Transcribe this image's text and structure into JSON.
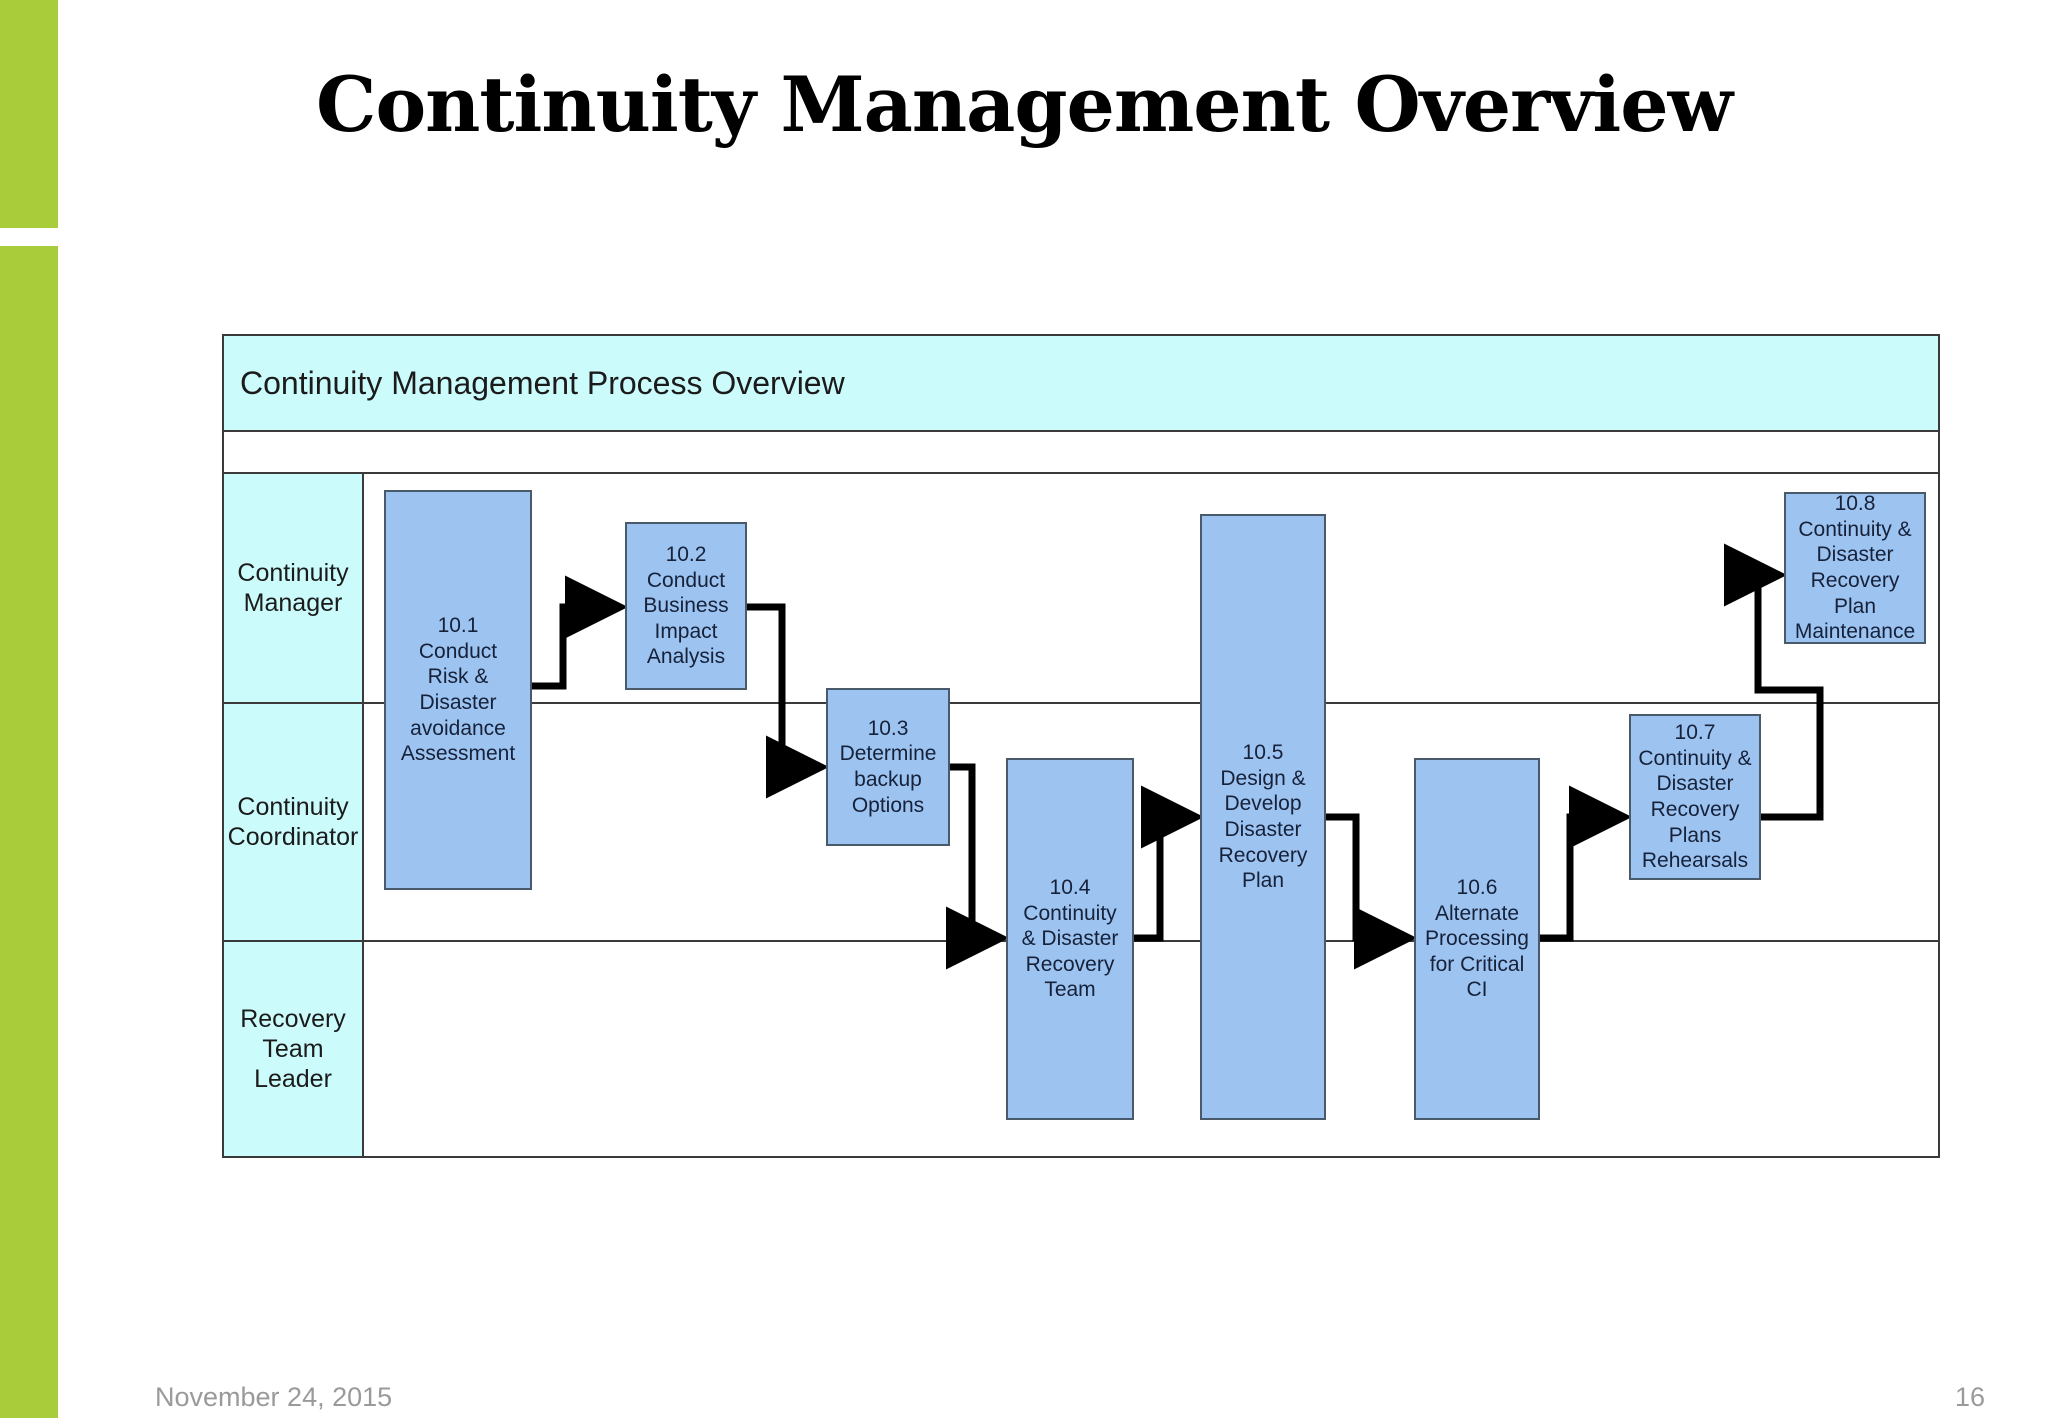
{
  "slide": {
    "title": "Continuity Management Overview",
    "accent_color": "#a8cc3a",
    "footer": {
      "date": "November 24, 2015",
      "page_number": "16"
    }
  },
  "diagram": {
    "header_title": "Continuity Management Process Overview",
    "header_fill": "#ccfbfb",
    "box_fill": "#9dc3f0",
    "lanes": [
      {
        "label": "Continuity\nManager"
      },
      {
        "label": "Continuity\nCoordinator"
      },
      {
        "label": "Recovery\nTeam\nLeader"
      }
    ],
    "boxes": [
      {
        "id": "10.1",
        "label": "10.1\nConduct\nRisk &\nDisaster\navoidance\nAssessment",
        "lane": 0
      },
      {
        "id": "10.2",
        "label": "10.2\nConduct\nBusiness\nImpact\nAnalysis",
        "lane": 0
      },
      {
        "id": "10.3",
        "label": "10.3\nDetermine\nbackup\nOptions",
        "lane": 1
      },
      {
        "id": "10.4",
        "label": "10.4\nContinuity\n& Disaster\nRecovery\nTeam",
        "lane": 2
      },
      {
        "id": "10.5",
        "label": "10.5\nDesign &\nDevelop\nDisaster\nRecovery\nPlan",
        "lane": 1
      },
      {
        "id": "10.6",
        "label": "10.6\nAlternate\nProcessing\nfor Critical\nCI",
        "lane": 2
      },
      {
        "id": "10.7",
        "label": "10.7\nContinuity &\nDisaster\nRecovery\nPlans\nRehearsals",
        "lane": 1
      },
      {
        "id": "10.8",
        "label": "10.8\nContinuity &\nDisaster\nRecovery\nPlan\nMaintenance",
        "lane": 0
      }
    ],
    "flows": [
      {
        "from": "10.1",
        "to": "10.2"
      },
      {
        "from": "10.2",
        "to": "10.3"
      },
      {
        "from": "10.3",
        "to": "10.4"
      },
      {
        "from": "10.4",
        "to": "10.5"
      },
      {
        "from": "10.5",
        "to": "10.6"
      },
      {
        "from": "10.6",
        "to": "10.7"
      },
      {
        "from": "10.7",
        "to": "10.8"
      }
    ]
  }
}
